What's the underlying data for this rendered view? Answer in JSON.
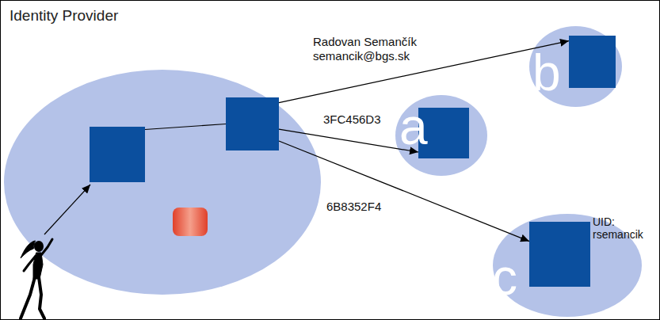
{
  "diagram": {
    "nodes": [
      {
        "text": [
          "Identity Provider"
        ]
      },
      {
        "text": [],
        "in": 0
      },
      {
        "text": [],
        "in": 1
      },
      {
        "text": [],
        "in": 1
      },
      {
        "text": [
          "a"
        ],
        "in": 0
      },
      {
        "text": [],
        "in": 4
      },
      {
        "text": [
          "b"
        ],
        "in": 0
      },
      {
        "text": [],
        "in": 6
      },
      {
        "text": [
          "c",
          "UID: rsemancik"
        ],
        "in": 0
      },
      {
        "text": [],
        "in": 8
      }
    ],
    "edges": [
      {
        "from": 2,
        "to": 3,
        "arrow": "none"
      },
      {
        "from": 3,
        "to": 7,
        "arrow": "to",
        "label": "Radovan Semančík semancik@bgs.sk"
      },
      {
        "from": 3,
        "to": 5,
        "arrow": "to",
        "label": "3FC456D3"
      },
      {
        "from": 3,
        "to": 9,
        "arrow": "to",
        "label": "6B8352F4"
      }
    ]
  }
}
